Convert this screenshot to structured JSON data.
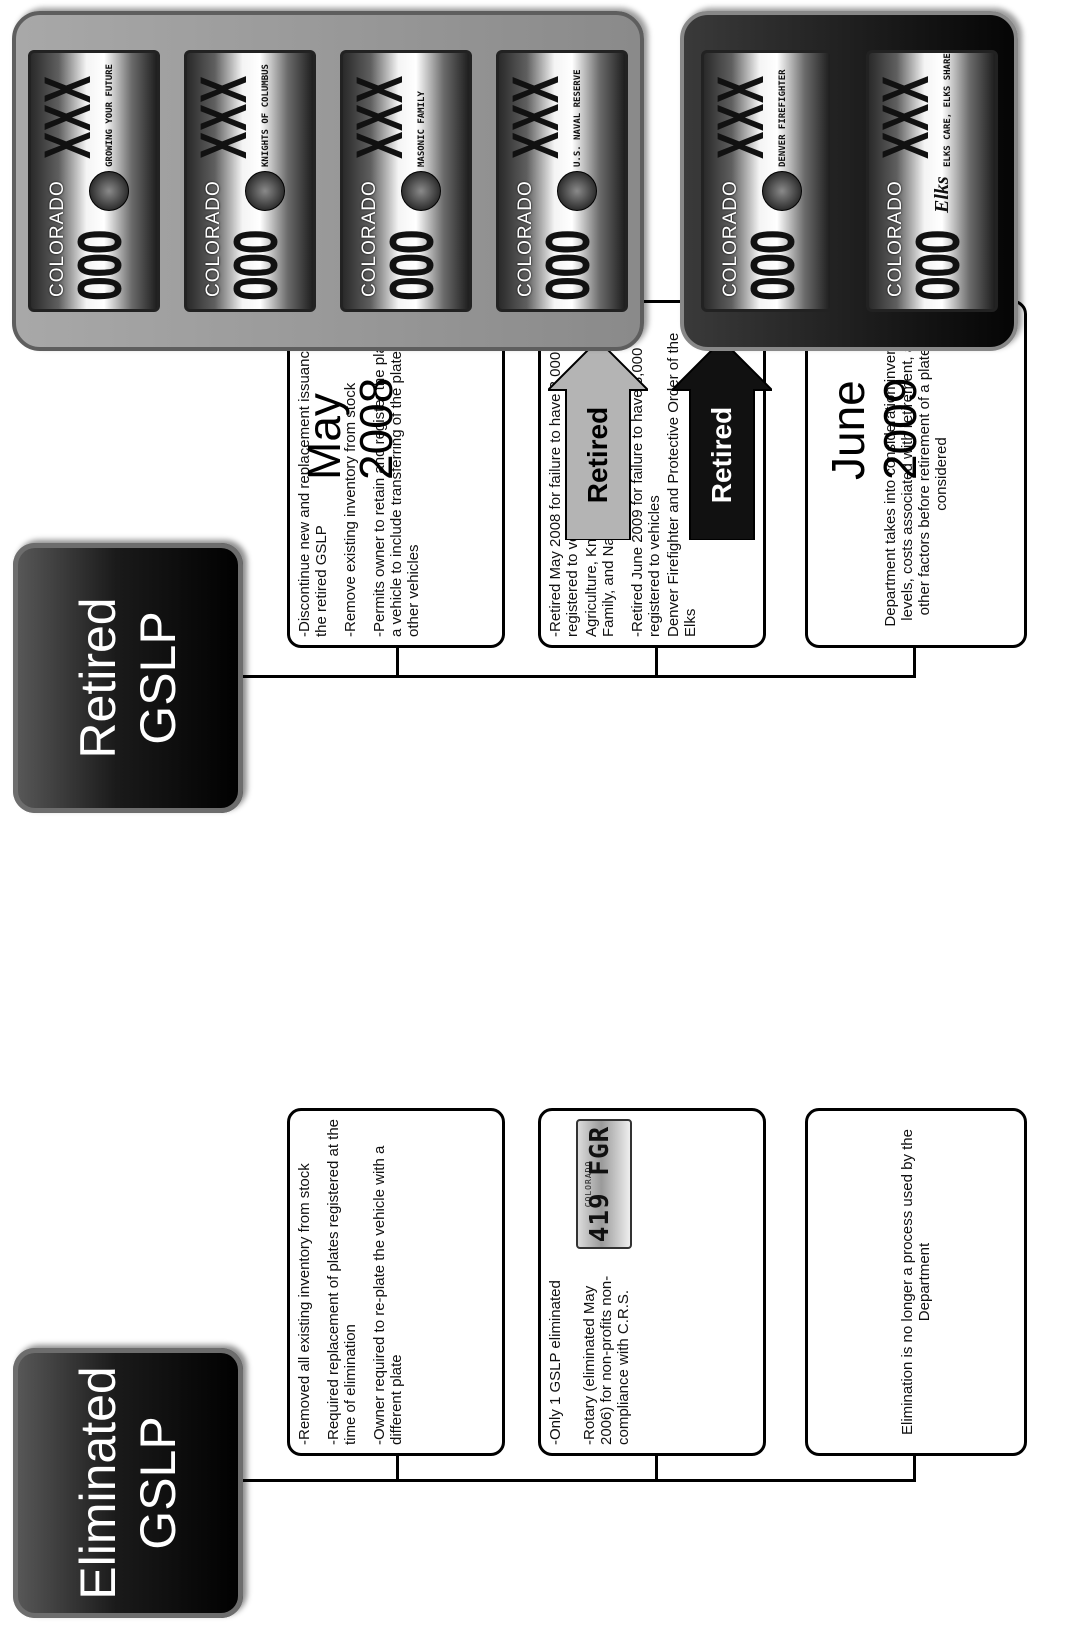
{
  "eliminated": {
    "title_line1": "Eliminated",
    "title_line2": "GSLP",
    "box1": [
      "-Removed all existing inventory from stock",
      "-Required replacement of plates registered at the time of elimination",
      "-Owner required to re-plate the vehicle with a different plate"
    ],
    "box2": {
      "line1": "-Only 1 GSLP eliminated",
      "rotary_text": "-Rotary (eliminated May 2006) for non-profits non-compliance with C.R.S.",
      "plate_state": "COLORADO",
      "plate_number": "419 FGR"
    },
    "box3": "Elimination is no longer a process used by the Department"
  },
  "retired": {
    "title_line1": "Retired",
    "title_line2": "GSLP",
    "box1": [
      "-Discontinue new and replacement issuance of the retired GSLP",
      "-Remove existing inventory from stock",
      "-Permits owner to retain and register the plate to a vehicle to include transferring of the plate to other vehicles"
    ],
    "box2": [
      "-Retired May 2008 for failure to have 3,000 registered to vehicles",
      "Agriculture, Knights of Columbus, Masonic Family, and Naval Reserve",
      "-Retired June 2009 for failure to have 3,000 registered to vehicles",
      "Denver Firefighter and Protective Order of the Elks"
    ],
    "box3": "Department takes into consideration inventory levels, costs associated with retirement, and other factors before retirement of a plate is considered"
  },
  "arrows": {
    "top_label": "Retired",
    "bottom_label": "Retired",
    "top_color": "#b4b4b4",
    "bottom_color": "#111111"
  },
  "dates": {
    "may_line1": "May",
    "may_line2": "2008",
    "june_line1": "June",
    "june_line2": "2009"
  },
  "plates_2008": [
    {
      "state": "COLORADO",
      "number": "000",
      "suffix": "XXX",
      "caption": "GROWING YOUR FUTURE"
    },
    {
      "state": "COLORADO",
      "number": "000",
      "suffix": "XXX",
      "caption": "KNIGHTS OF COLUMBUS"
    },
    {
      "state": "COLORADO",
      "number": "000",
      "suffix": "XXX",
      "caption": "MASONIC FAMILY"
    },
    {
      "state": "COLORADO",
      "number": "000",
      "suffix": "XXX",
      "caption": "U.S. NAVAL RESERVE"
    }
  ],
  "plates_2009": [
    {
      "state": "COLORADO",
      "number": "000",
      "suffix": "XXX",
      "caption": "DENVER FIREFIGHTER"
    },
    {
      "state": "COLORADO",
      "number": "000",
      "suffix": "XXX",
      "caption": "ELKS CARE, ELKS SHARE",
      "emblem_text": "Elks"
    }
  ]
}
